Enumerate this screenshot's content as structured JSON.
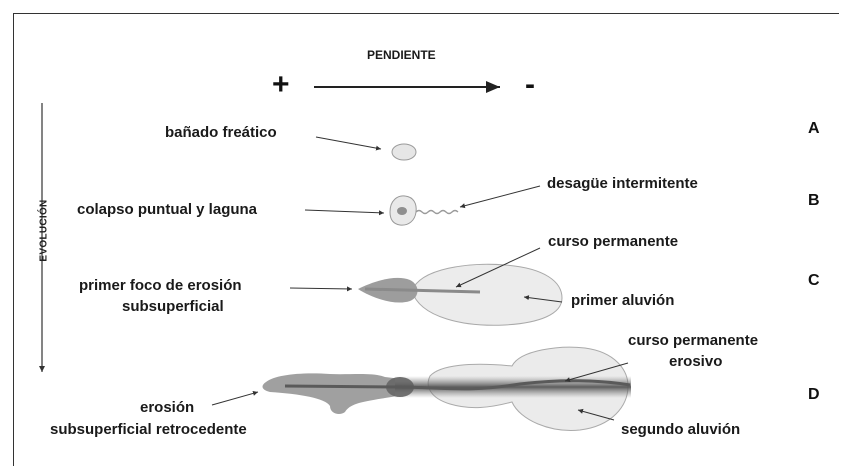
{
  "header": {
    "slope_label": "PENDIENTE",
    "plus": "+",
    "minus": "-"
  },
  "axis": {
    "evolution_label": "EVOLUCIÓN"
  },
  "stages": [
    "A",
    "B",
    "C",
    "D"
  ],
  "labels": {
    "banado": "bañado freático",
    "colapso": "colapso puntual y laguna",
    "desague": "desagüe intermitente",
    "curso_perm": "curso permanente",
    "primer_foco_1": "primer foco de erosión",
    "primer_foco_2": "subsuperficial",
    "primer_aluvion": "primer aluvión",
    "curso_erosivo_1": "curso permanente",
    "curso_erosivo_2": "erosivo",
    "erosion_1": "erosión",
    "erosion_2": "subsuperficial retrocedente",
    "segundo_aluvion": "segundo aluvión"
  }
}
